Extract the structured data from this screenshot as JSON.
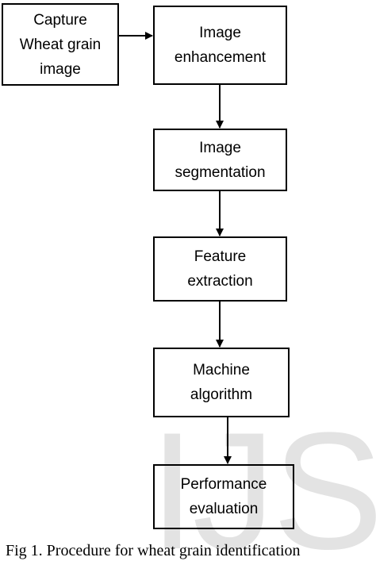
{
  "watermark": "IJS",
  "boxes": {
    "capture": [
      "Capture",
      "Wheat grain",
      "image"
    ],
    "enhancement": [
      "Image",
      "enhancement"
    ],
    "segmentation": [
      "Image",
      "segmentation"
    ],
    "feature": [
      "Feature",
      "extraction"
    ],
    "machine": [
      "Machine",
      "algorithm"
    ],
    "performance": [
      "Performance",
      "evaluation"
    ]
  },
  "caption": "Fig 1. Procedure for wheat grain identification"
}
